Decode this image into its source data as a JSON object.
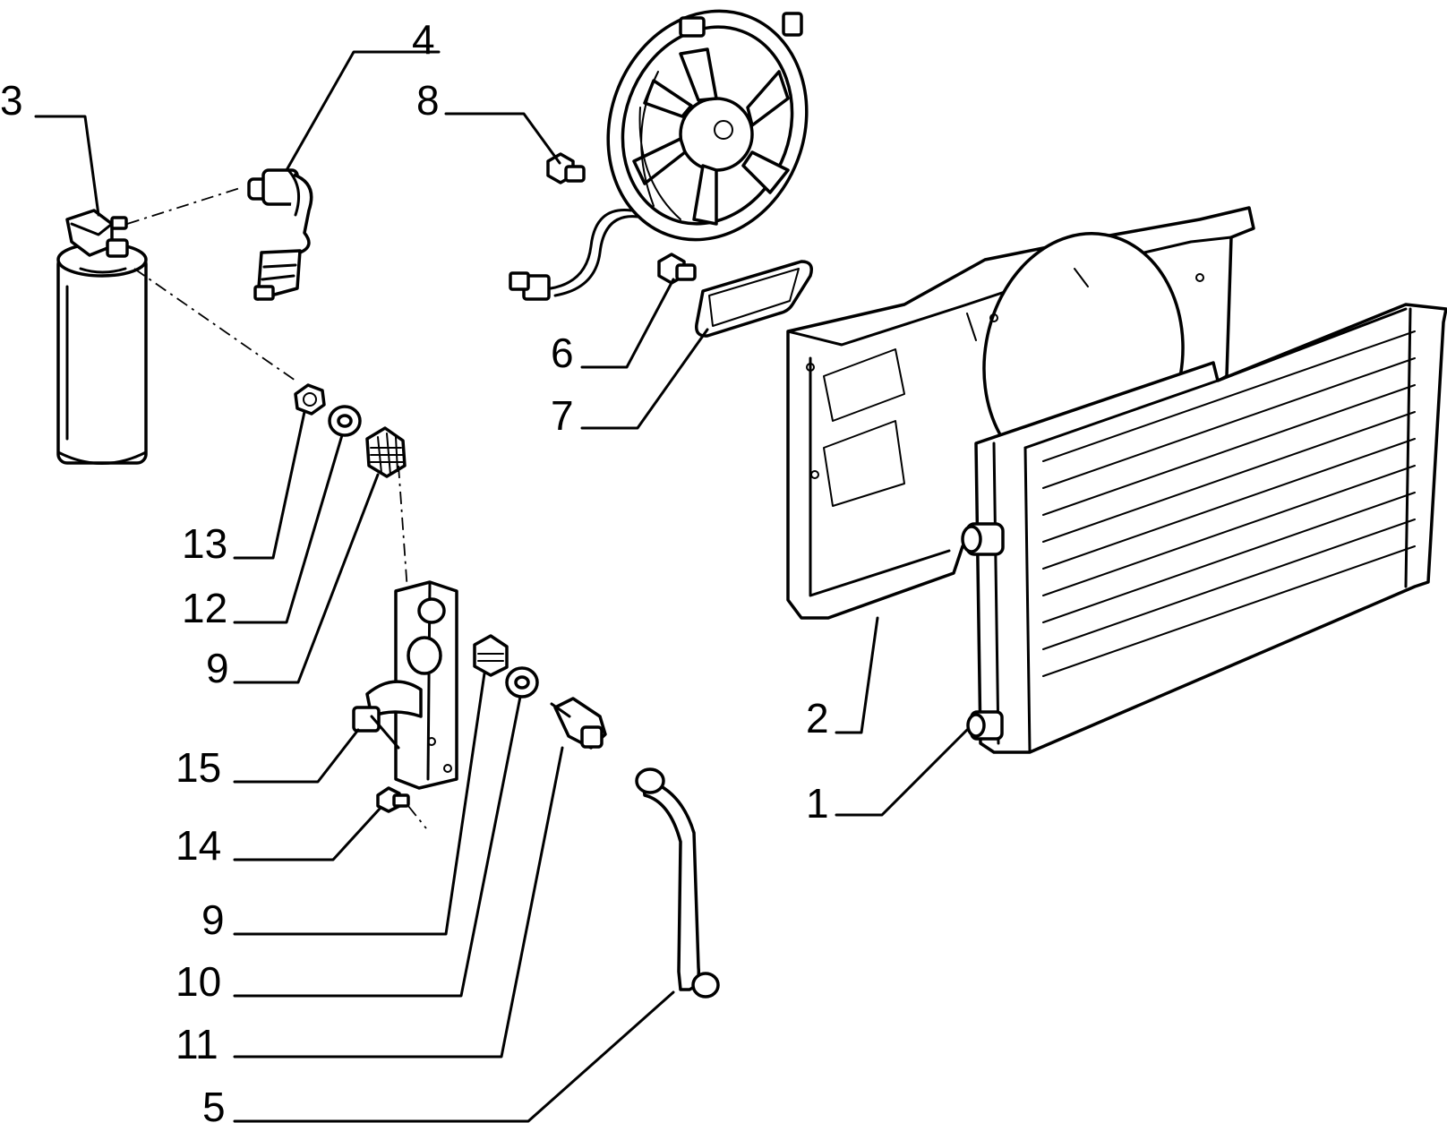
{
  "callouts": [
    {
      "id": "c1",
      "label": "1"
    },
    {
      "id": "c2",
      "label": "2"
    },
    {
      "id": "c3",
      "label": "3"
    },
    {
      "id": "c4",
      "label": "4"
    },
    {
      "id": "c5",
      "label": "5"
    },
    {
      "id": "c6",
      "label": "6"
    },
    {
      "id": "c7",
      "label": "7"
    },
    {
      "id": "c8",
      "label": "8"
    },
    {
      "id": "c9a",
      "label": "9"
    },
    {
      "id": "c9b",
      "label": "9"
    },
    {
      "id": "c10",
      "label": "10"
    },
    {
      "id": "c11",
      "label": "11"
    },
    {
      "id": "c12",
      "label": "12"
    },
    {
      "id": "c13",
      "label": "13"
    },
    {
      "id": "c14",
      "label": "14"
    },
    {
      "id": "c15",
      "label": "15"
    }
  ]
}
